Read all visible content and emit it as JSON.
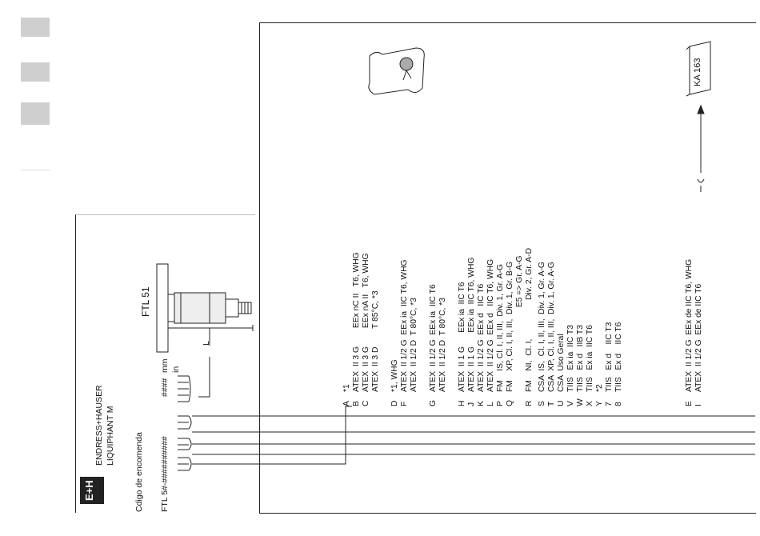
{
  "margin_tabs": 3,
  "header": {
    "brand_line1": "ENDRESS+HAUSER",
    "brand_line2": "LIQUIPHANT M",
    "logo_text": "E+H"
  },
  "order": {
    "label": "Cdigo de encomenda",
    "code": "FTL 5#-##########",
    "unit_code": "####",
    "unit_mm": "mm",
    "unit_in": "in"
  },
  "device": {
    "model": "FTL 51",
    "length_label": "L"
  },
  "badge": "KA 163",
  "table": [
    {
      "code": "A",
      "text": "*1"
    },
    {
      "code": "B",
      "text": "ATEX  II 3 G        EEx nC II   T6, WHG"
    },
    {
      "code": "C",
      "text": "ATEX  II 3 G        EEx nA II   T6, WHG"
    },
    {
      "code": "",
      "text": "ATEX  II 3 D        T 85°C, *3"
    },
    {
      "code": "D",
      "text": "*1, WHG"
    },
    {
      "code": "F",
      "text": "ATEX  II 1/2 G  EEx ia  IIC T6, WHG"
    },
    {
      "code": "",
      "text": "ATEX  II 1/2 D  T 80°C, *3"
    },
    {
      "code": "G",
      "text": "ATEX  II 1/2 G  EEx ia  IIC T6"
    },
    {
      "code": "",
      "text": "ATEX  II 1/2 D  T 80°C, *3"
    },
    {
      "code": "H",
      "text": "ATEX  II 1 G      EEx ia  IIC T6"
    },
    {
      "code": "J",
      "text": "ATEX  II 1 G      EEx ia  IIC T6, WHG"
    },
    {
      "code": "K",
      "text": "ATEX  II 1/2 G  EEx d   IIC T6"
    },
    {
      "code": "L",
      "text": "ATEX  II 1/2 G  EEx d   IIC T6, WHG"
    },
    {
      "code": "P",
      "text": "FM    IS, Cl. I, II, III,  Div. 1, Gr. A-G"
    },
    {
      "code": "Q",
      "text": "FM    XP, Cl. I, II, III,  Div. 1, Gr. B-G"
    },
    {
      "code": "",
      "text": "                                     E5 => Gr. A-G"
    },
    {
      "code": "R",
      "text": "FM    NI,  Cl. I,                 Div. 2, Gr. A-D"
    },
    {
      "code": "S",
      "text": "CSA  IS,  Cl. I, II, III,  Div. 1, Gr. A-G"
    },
    {
      "code": "T",
      "text": "CSA  XP, Cl. I, II, III,  Div. 1, Gr. A-G"
    },
    {
      "code": "U",
      "text": "CSA  Uso Geral"
    },
    {
      "code": "V",
      "text": "TIIS   Ex ia  IIC T3"
    },
    {
      "code": "W",
      "text": "TIIS   Ex d   IIB T3"
    },
    {
      "code": "X",
      "text": "TIIS   Ex ia  IIC T6"
    },
    {
      "code": "Y",
      "text": "*2"
    },
    {
      "code": "7",
      "text": "TIIS   Ex d    IIC T3"
    },
    {
      "code": "8",
      "text": "TIIS   Ex d    IIC T6"
    },
    {
      "code": "E",
      "text": "ATEX  II 1/2 G  EEx de IIC T6, WHG"
    },
    {
      "code": "I",
      "text": "ATEX  II 1/2 G  EEx de IIC T6"
    }
  ]
}
